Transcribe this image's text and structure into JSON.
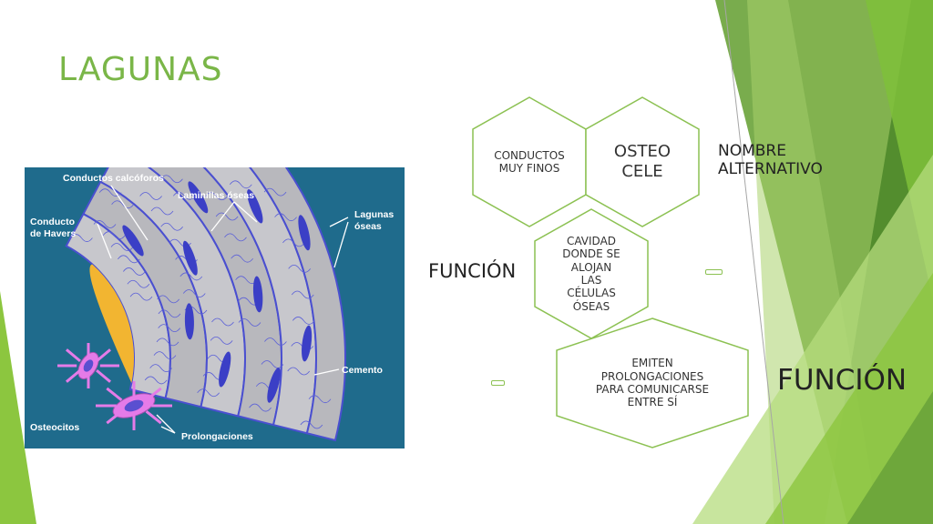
{
  "slide": {
    "title": "LAGUNAS",
    "accent_color": "#7ab648"
  },
  "figure": {
    "labels": {
      "conductos_calcoforos": "Conductos calcóforos",
      "laminillas_oseas": "Laminillas óseas",
      "conducto_havers_1": "Conducto",
      "conducto_havers_2": "de Havers",
      "lagunas_oseas_1": "Lagunas",
      "lagunas_oseas_2": "óseas",
      "cemento": "Cemento",
      "osteocitos": "Osteocitos",
      "prolongaciones": "Prolongaciones"
    },
    "colors": {
      "background": "#1f6b8c",
      "lamella": "#c7c7cc",
      "lamella_alt": "#b8b8bd",
      "canal": "#f2b531",
      "lacuna": "#3b3fc6",
      "osteocyte": "#e57be8"
    }
  },
  "smartart": {
    "hex_stroke": "#8cc152",
    "conductos": "CONDUCTOS\nMUY FINOS",
    "osteocele": "OSTEO\nCELE",
    "cavidad": "CAVIDAD\nDONDE SE\nALOJAN\nLAS\nCÉLULAS\nÓSEAS",
    "emiten": "EMITEN\nPROLONGACIONES\nPARA COMUNICARSE\nENTRE SÍ",
    "nombre_alternativo": "NOMBRE\nALTERNATIVO",
    "funcion_small": "FUNCIÓN",
    "funcion_large": "FUNCIÓN"
  }
}
